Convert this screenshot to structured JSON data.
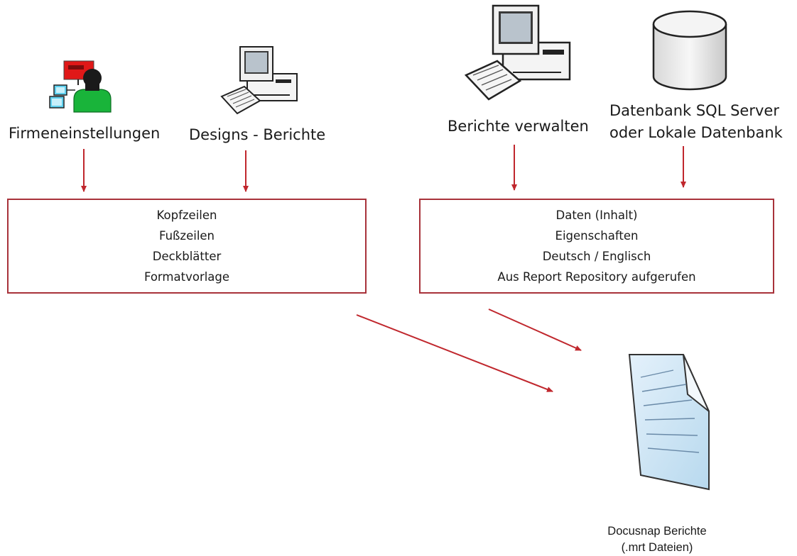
{
  "sources": {
    "firmeneinstellungen": "Firmeneinstellungen",
    "designs": "Designs - Berichte",
    "berichte_verwalten": "Berichte verwalten",
    "datenbank_line1": "Datenbank SQL Server",
    "datenbank_line2": "oder Lokale Datenbank"
  },
  "left_box": {
    "lines": [
      "Kopfzeilen",
      "Fußzeilen",
      "Deckblätter",
      "Formatvorlage"
    ]
  },
  "right_box": {
    "lines": [
      "Daten (Inhalt)",
      "Eigenschaften",
      "Deutsch / Englisch",
      "Aus Report Repository aufgerufen"
    ]
  },
  "output": {
    "line1": "Docusnap Berichte",
    "line2": "(.mrt Dateien)"
  },
  "icons": {
    "user": "user-settings-icon",
    "computer": "computer-icon",
    "database": "database-icon",
    "document": "document-icon"
  },
  "colors": {
    "arrow": "#c0272d",
    "box_border": "#a8323a"
  }
}
